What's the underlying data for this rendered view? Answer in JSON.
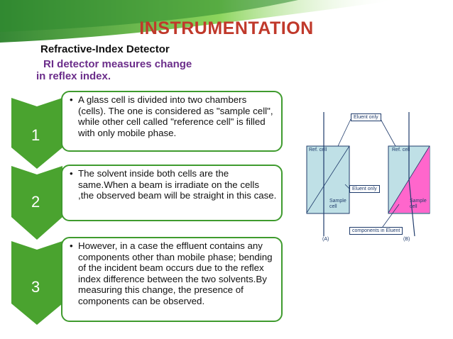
{
  "title": "INSTRUMENTATION",
  "subtitle": "Refractive-Index Detector",
  "description": {
    "line1": "RI detector measures change",
    "line2": "in reflex index."
  },
  "steps": [
    {
      "number": "1",
      "text": "A glass cell is divided into two chambers (cells). The one is considered as \"sample cell\", while other cell called \"reference cell\" is filled with only mobile phase."
    },
    {
      "number": "2",
      "text": "The solvent inside both cells are the same.When a beam is irradiate on the cells ,the observed beam will be straight in this case."
    },
    {
      "number": "3",
      "text": "However, in a case the effluent contains any components other than mobile phase; bending of the incident beam occurs due to the reflex index difference between the two solvents.By measuring this change, the presence of components can be observed."
    }
  ],
  "diagram": {
    "callout_top": "Eluent only",
    "callout_mid": "Eluent only",
    "callout_bottom": "components in Eluent",
    "cell_a": {
      "ref_label": "Ref. cell",
      "sample_label_1": "Sample",
      "sample_label_2": "cell",
      "caption": "(A)"
    },
    "cell_b": {
      "ref_label": "Ref. cell",
      "sample_label_1": "Sample",
      "sample_label_2": "cell",
      "caption": "(B)"
    }
  },
  "colors": {
    "title": "#c0392b",
    "description": "#6b2d8a",
    "accent_green": "#3f9b2e",
    "chevron_green": "#4aa32f",
    "cell_teal": "#bfe0e6",
    "sample_magenta": "#ff66cc"
  }
}
